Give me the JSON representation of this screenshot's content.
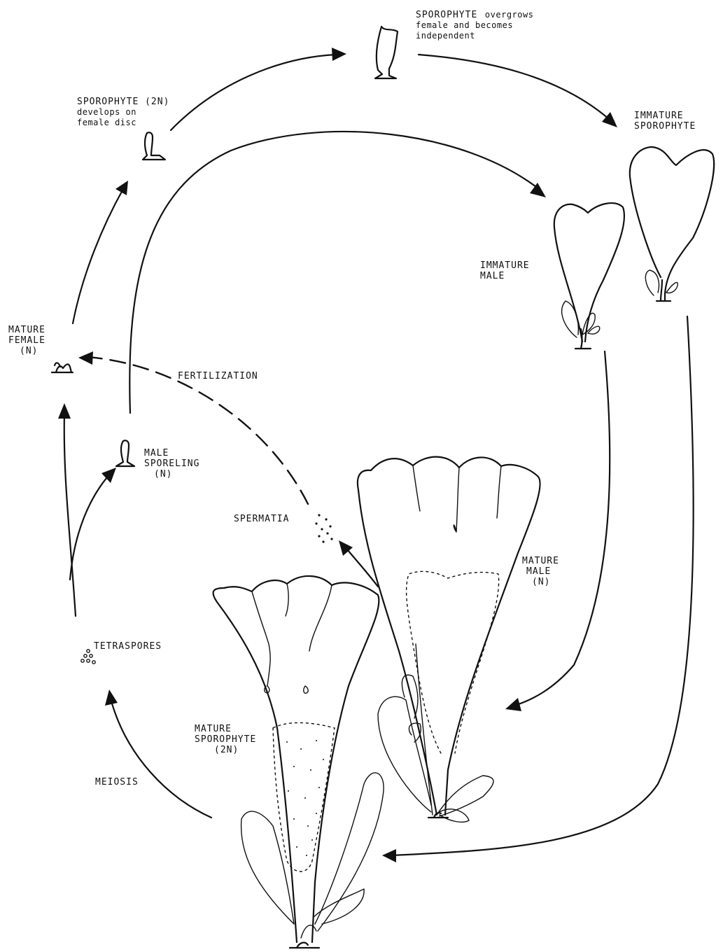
{
  "labels": {
    "sporophyte_overgrows": {
      "title": "SPOROPHYTE",
      "rest": "overgrows",
      "line2": "female and becomes",
      "line3": "independent"
    },
    "sporophyte_develops": {
      "line1": "SPOROPHYTE (2N)",
      "line2": "develops on",
      "line3": "female disc"
    },
    "immature_sporophyte": {
      "line1": "IMMATURE",
      "line2": "SPOROPHYTE"
    },
    "immature_male": {
      "line1": "IMMATURE",
      "line2": "MALE"
    },
    "mature_female": {
      "line1": "MATURE",
      "line2": "FEMALE",
      "line3": "(N)"
    },
    "fertilization": "FERTILIZATION",
    "male_sporeling": {
      "line1": "MALE",
      "line2": "SPORELING",
      "line3": "(N)"
    },
    "spermatia": "SPERMATIA",
    "mature_male": {
      "line1": "MATURE",
      "line2": "MALE",
      "line3": "(N)"
    },
    "tetraspores": "TETRASPORES",
    "mature_sporophyte": {
      "line1": "MATURE",
      "line2": "SPOROPHYTE",
      "line3": "(2N)"
    },
    "meiosis": "MEIOSIS"
  },
  "colors": {
    "ink": "#111111",
    "paper": "#ffffff"
  }
}
